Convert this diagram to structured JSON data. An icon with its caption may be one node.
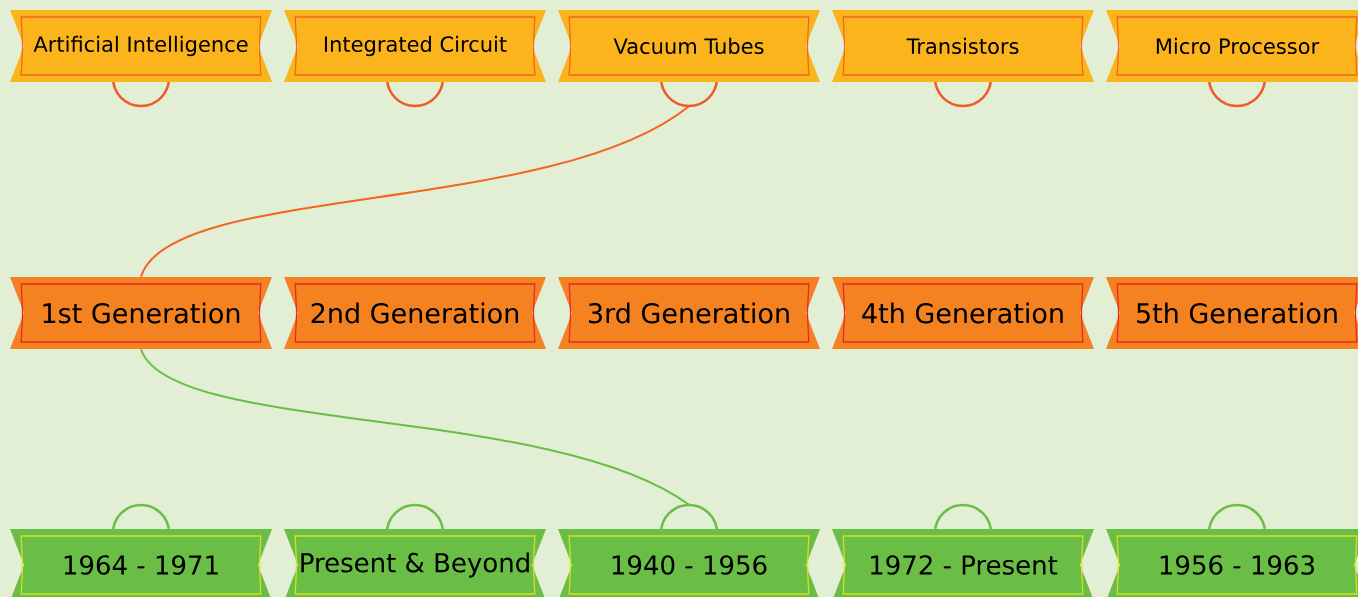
{
  "diagram": {
    "nodes": [
      {
        "text": [
          "Artificial Intelligence"
        ]
      },
      {
        "text": [
          "Integrated Circuit"
        ]
      },
      {
        "text": [
          "Vacuum Tubes"
        ]
      },
      {
        "text": [
          "Transistors"
        ]
      },
      {
        "text": [
          "Micro Processor"
        ]
      },
      {
        "text": [
          "1st Generation"
        ]
      },
      {
        "text": [
          "2nd Generation"
        ]
      },
      {
        "text": [
          "3rd Generation"
        ]
      },
      {
        "text": [
          "4th Generation"
        ]
      },
      {
        "text": [
          "5th Generation"
        ]
      },
      {
        "text": [
          "1964 - 1971"
        ]
      },
      {
        "text": [
          "Present & Beyond"
        ]
      },
      {
        "text": [
          "1940 - 1956"
        ]
      },
      {
        "text": [
          "1972 - Present"
        ]
      },
      {
        "text": [
          "1956 - 1963"
        ]
      }
    ],
    "edges": [
      {
        "from": 5,
        "to": 2,
        "arrow": "none",
        "color": "#f26522"
      },
      {
        "from": 5,
        "to": 12,
        "arrow": "none",
        "color": "#6abd45"
      }
    ]
  }
}
